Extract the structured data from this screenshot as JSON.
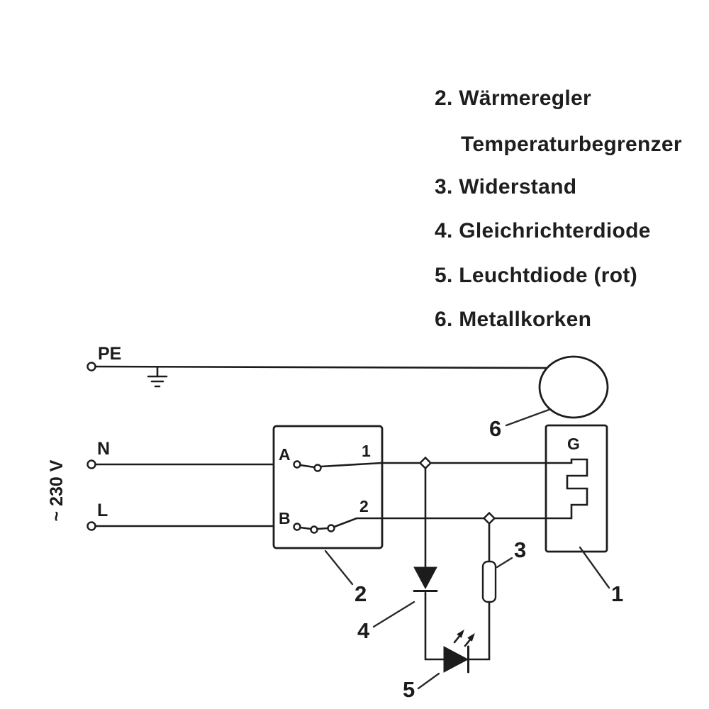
{
  "legend": {
    "items": [
      {
        "label": "2. Wärmeregler"
      },
      {
        "label": "Temperaturbegrenzer"
      },
      {
        "label": "3. Widerstand"
      },
      {
        "label": "4. Gleichrichterdiode"
      },
      {
        "label": "5. Leuchtdiode (rot)"
      },
      {
        "label": "6. Metallkorken"
      }
    ]
  },
  "schematic": {
    "voltage": "~ 230 V",
    "terminal_pe": "PE",
    "terminal_n": "N",
    "terminal_l": "L",
    "switch": {
      "contact_a": "A",
      "contact_b": "B",
      "output_1": "1",
      "output_2": "2"
    },
    "device": {
      "label": "G"
    },
    "callout_1": "1",
    "callout_2": "2",
    "callout_3": "3",
    "callout_4": "4",
    "callout_5": "5",
    "callout_6": "6"
  },
  "colors": {
    "line": "#1c1c1c",
    "background": "#ffffff"
  }
}
